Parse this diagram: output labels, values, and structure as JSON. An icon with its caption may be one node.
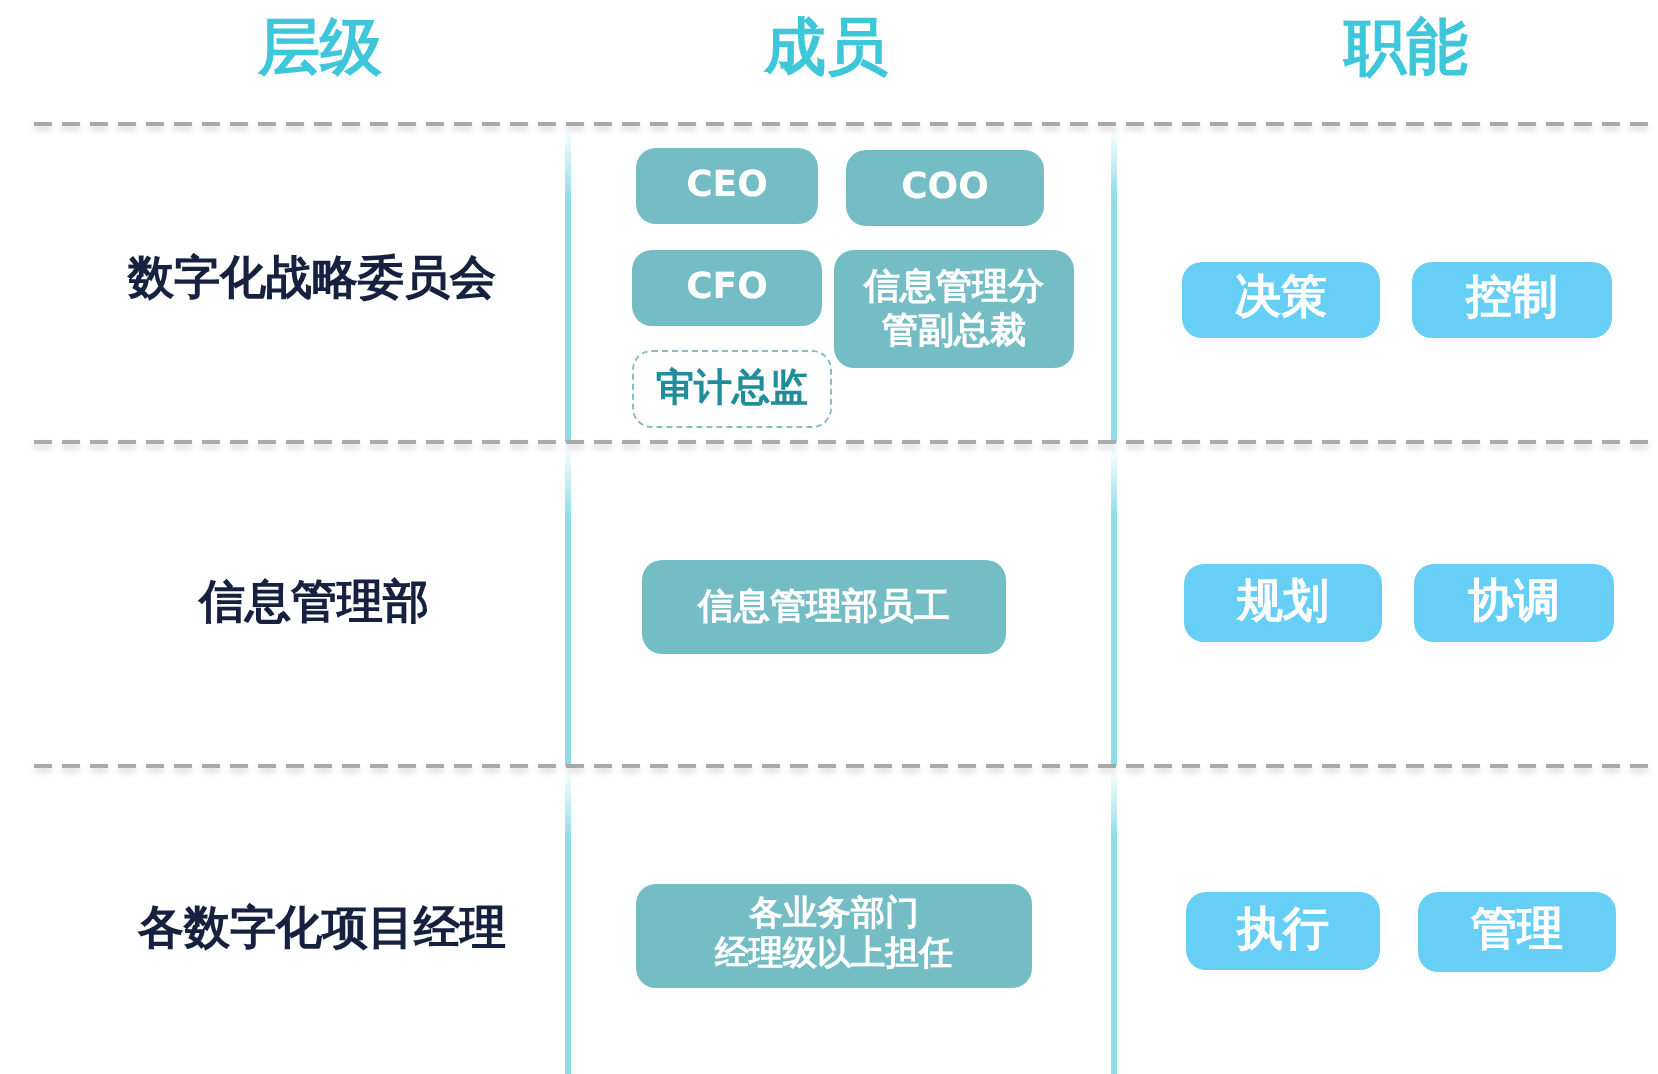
{
  "diagram": {
    "nodes": [
      {
        "text": [
          "CEO"
        ]
      },
      {
        "text": [
          "COO"
        ]
      },
      {
        "text": [
          "CFO"
        ]
      },
      {
        "text": [
          "信息管理分管副总裁"
        ]
      },
      {
        "text": [
          "审计总监"
        ]
      },
      {
        "text": [
          "决策"
        ]
      },
      {
        "text": [
          "控制"
        ]
      },
      {
        "text": [
          "信息管理部员工"
        ]
      },
      {
        "text": [
          "规划"
        ]
      },
      {
        "text": [
          "协调"
        ]
      },
      {
        "text": [
          "各业务部门经理级以上担任"
        ]
      },
      {
        "text": [
          "执行"
        ]
      },
      {
        "text": [
          "管理"
        ]
      }
    ],
    "labels": [
      "层级",
      "成员",
      "职能",
      "数字化战略委员会",
      "信息管理部",
      "各数字化项目经理"
    ]
  }
}
